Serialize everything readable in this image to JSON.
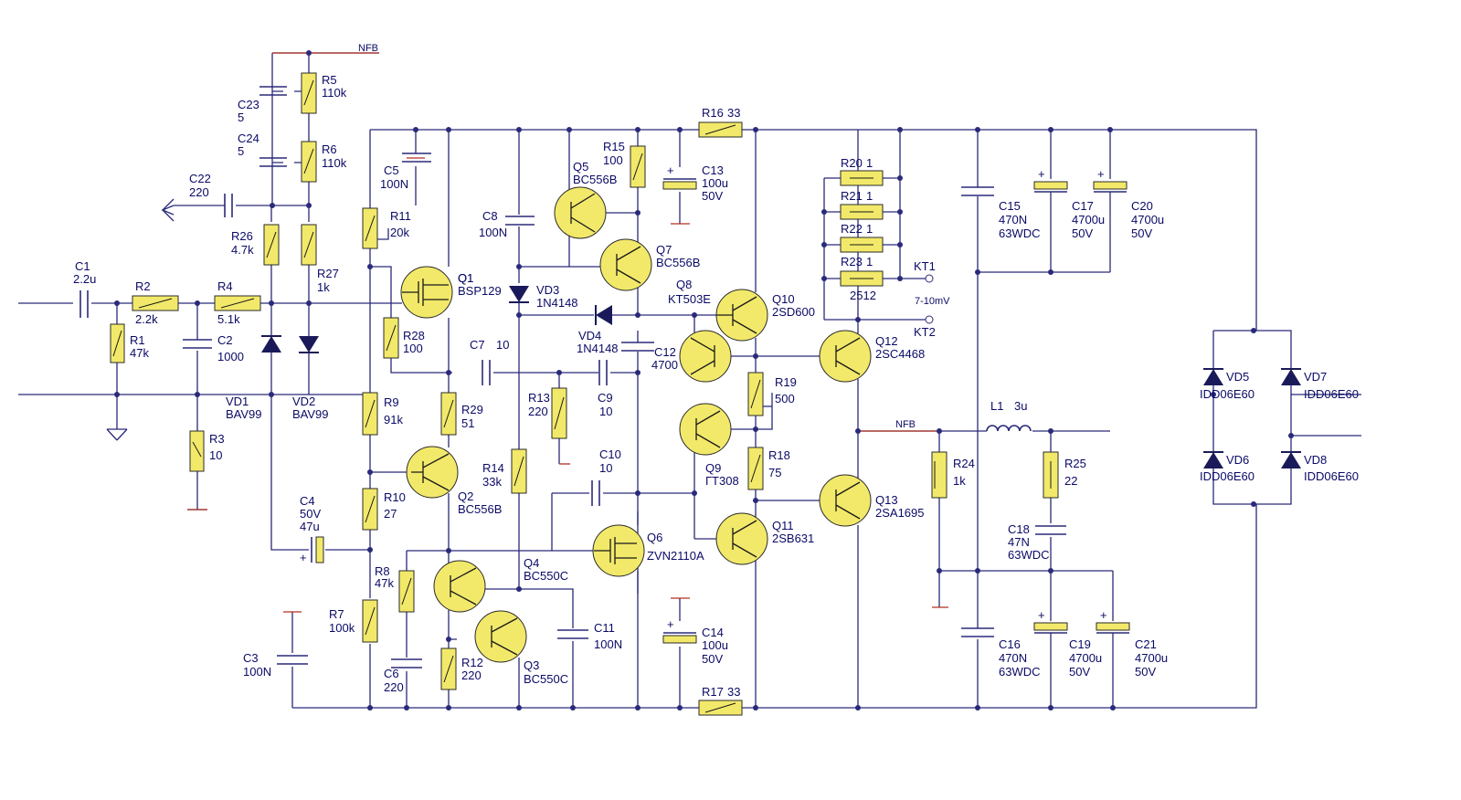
{
  "nets": {
    "nfb": "NFB",
    "kt1": "KT1",
    "kt2": "KT2",
    "kt_voltage": "7-10mV"
  },
  "resistors": [
    {
      "ref": "R1",
      "value": "47k"
    },
    {
      "ref": "R2",
      "value": "2.2k"
    },
    {
      "ref": "R3",
      "value": "10"
    },
    {
      "ref": "R4",
      "value": "5.1k"
    },
    {
      "ref": "R5",
      "value": "110k"
    },
    {
      "ref": "R6",
      "value": "110k"
    },
    {
      "ref": "R7",
      "value": "100k"
    },
    {
      "ref": "R8",
      "value": "47k"
    },
    {
      "ref": "R9",
      "value": "91k"
    },
    {
      "ref": "R10",
      "value": "27"
    },
    {
      "ref": "R11",
      "value": "20k"
    },
    {
      "ref": "R12",
      "value": "220"
    },
    {
      "ref": "R13",
      "value": "220"
    },
    {
      "ref": "R14",
      "value": "33k"
    },
    {
      "ref": "R15",
      "value": "100"
    },
    {
      "ref": "R16",
      "value": "33"
    },
    {
      "ref": "R17",
      "value": "33"
    },
    {
      "ref": "R18",
      "value": "75"
    },
    {
      "ref": "R19",
      "value": "500"
    },
    {
      "ref": "R20",
      "value": "1"
    },
    {
      "ref": "R21",
      "value": "1"
    },
    {
      "ref": "R22",
      "value": "1"
    },
    {
      "ref": "R23",
      "value": "1"
    },
    {
      "ref": "R24",
      "value": "1k"
    },
    {
      "ref": "R25",
      "value": "22"
    },
    {
      "ref": "R26",
      "value": "4.7k"
    },
    {
      "ref": "R27",
      "value": "1k"
    },
    {
      "ref": "R28",
      "value": "100"
    },
    {
      "ref": "R29",
      "value": "51"
    }
  ],
  "r23_package": "2512",
  "capacitors": [
    {
      "ref": "C1",
      "value": "2.2u"
    },
    {
      "ref": "C2",
      "value": "1000"
    },
    {
      "ref": "C3",
      "value": "100N"
    },
    {
      "ref": "C4",
      "value": "50V",
      "value2": "47u"
    },
    {
      "ref": "C5",
      "value": "100N"
    },
    {
      "ref": "C6",
      "value": "220"
    },
    {
      "ref": "C7",
      "value": "10"
    },
    {
      "ref": "C8",
      "value": "100N"
    },
    {
      "ref": "C9",
      "value": "10"
    },
    {
      "ref": "C10",
      "value": "10"
    },
    {
      "ref": "C11",
      "value": "100N"
    },
    {
      "ref": "C12",
      "value": "4700"
    },
    {
      "ref": "C13",
      "value": "100u",
      "value2": "50V"
    },
    {
      "ref": "C14",
      "value": "100u",
      "value2": "50V"
    },
    {
      "ref": "C15",
      "value": "470N",
      "value2": "63WDC"
    },
    {
      "ref": "C16",
      "value": "470N",
      "value2": "63WDC"
    },
    {
      "ref": "C17",
      "value": "4700u",
      "value2": "50V"
    },
    {
      "ref": "C18",
      "value": "47N",
      "value2": "63WDC"
    },
    {
      "ref": "C19",
      "value": "4700u",
      "value2": "50V"
    },
    {
      "ref": "C20",
      "value": "4700u",
      "value2": "50V"
    },
    {
      "ref": "C21",
      "value": "4700u",
      "value2": "50V"
    },
    {
      "ref": "C22",
      "value": "220"
    },
    {
      "ref": "C23",
      "value": "5"
    },
    {
      "ref": "C24",
      "value": "5"
    }
  ],
  "transistors": [
    {
      "ref": "Q1",
      "part": "BSP129"
    },
    {
      "ref": "Q2",
      "part": "BC556B"
    },
    {
      "ref": "Q3",
      "part": "BC550C"
    },
    {
      "ref": "Q4",
      "part": "BC550C"
    },
    {
      "ref": "Q5",
      "part": "BC556B"
    },
    {
      "ref": "Q6",
      "part": "ZVN2110A"
    },
    {
      "ref": "Q7",
      "part": "BC556B"
    },
    {
      "ref": "Q8",
      "part": "KT503E"
    },
    {
      "ref": "Q9",
      "part": "ГТ308"
    },
    {
      "ref": "Q10",
      "part": "2SD600"
    },
    {
      "ref": "Q11",
      "part": "2SB631"
    },
    {
      "ref": "Q12",
      "part": "2SC4468"
    },
    {
      "ref": "Q13",
      "part": "2SA1695"
    }
  ],
  "diodes": [
    {
      "ref": "VD1",
      "part": "BAV99"
    },
    {
      "ref": "VD2",
      "part": "BAV99"
    },
    {
      "ref": "VD3",
      "part": "1N4148"
    },
    {
      "ref": "VD4",
      "part": "1N4148"
    },
    {
      "ref": "VD5",
      "part": "IDD06E60"
    },
    {
      "ref": "VD6",
      "part": "IDD06E60"
    },
    {
      "ref": "VD7",
      "part": "IDD06E60"
    },
    {
      "ref": "VD8",
      "part": "IDD06E60"
    }
  ],
  "inductors": [
    {
      "ref": "L1",
      "value": "3u"
    }
  ]
}
